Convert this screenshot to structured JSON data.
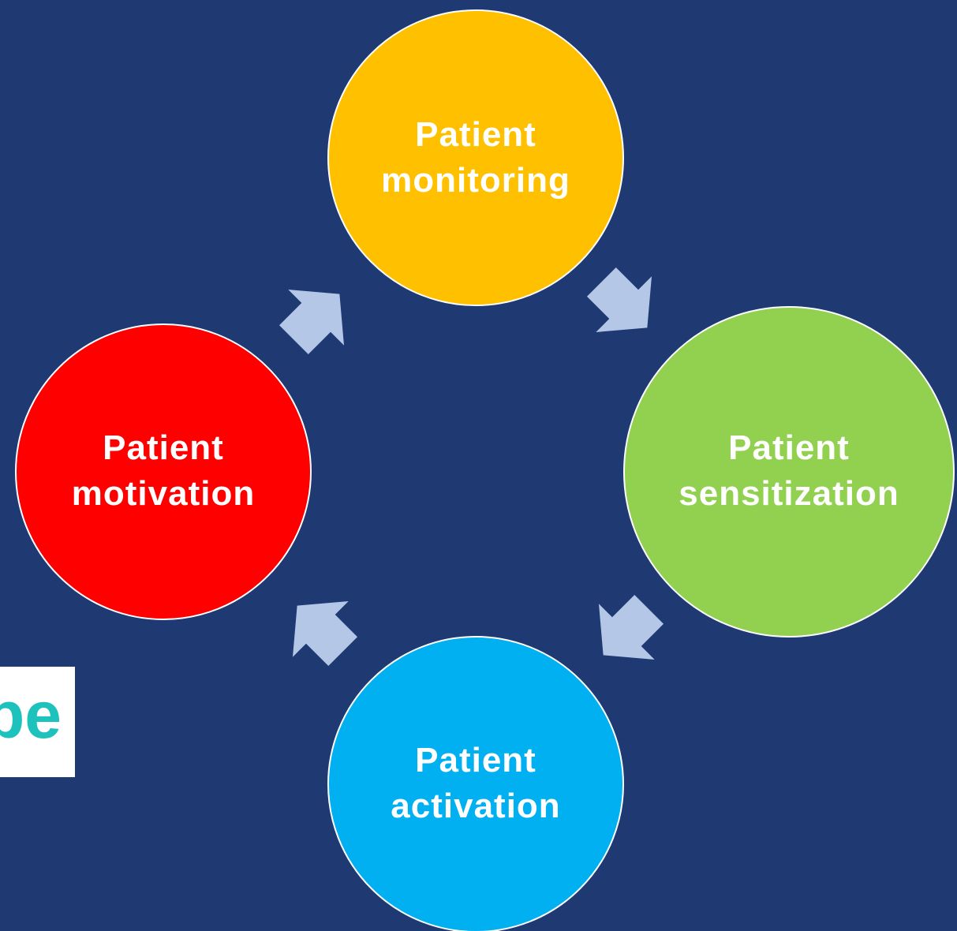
{
  "colors": {
    "background": "#1f3a73",
    "monitoring": "#ffc000",
    "sensitization": "#92d050",
    "activation": "#00b0f0",
    "motivation": "#ff0000",
    "arrow": "#b4c7e7",
    "logo_teal": "#1ec2bc"
  },
  "nodes": {
    "monitoring": {
      "line1": "Patient",
      "line2": "monitoring"
    },
    "sensitization": {
      "line1": "Patient",
      "line2": "sensitization"
    },
    "activation": {
      "line1": "Patient",
      "line2": "activation"
    },
    "motivation": {
      "line1": "Patient",
      "line2": "motivation"
    }
  },
  "logo": {
    "fragment_text": "be"
  }
}
